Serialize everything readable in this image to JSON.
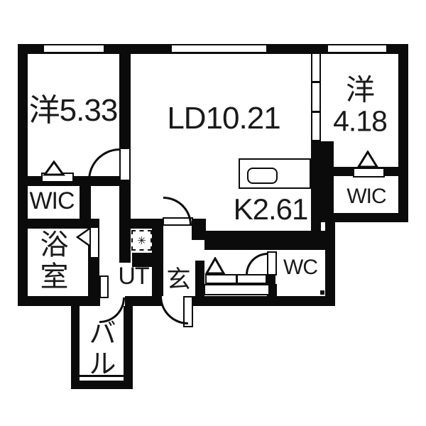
{
  "plan": {
    "type": "floor_plan",
    "colors": {
      "wall": "#0b0b0b",
      "floor": "#ffffff",
      "text": "#1a1a1a"
    },
    "rooms": {
      "bedroom1": {
        "label": "洋5.33"
      },
      "living": {
        "label": "LD10.21"
      },
      "bedroom2": {
        "line1": "洋",
        "line2": "4.18"
      },
      "kitchen": {
        "label": "K2.61"
      },
      "wic_left": {
        "label": "WIC"
      },
      "wic_right": {
        "label": "WIC"
      },
      "bath": {
        "line1": "浴",
        "line2": "室"
      },
      "utility": {
        "label": "UT"
      },
      "entrance": {
        "label": "玄"
      },
      "toilet": {
        "label": "WC"
      },
      "balcony": {
        "line1": "バ",
        "line2": "ル"
      }
    },
    "symbols": {
      "washing_machine": "✳"
    }
  }
}
